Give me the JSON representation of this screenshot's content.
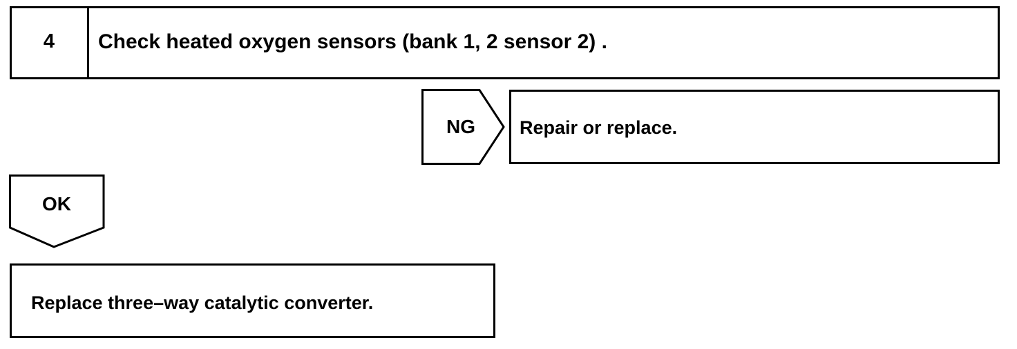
{
  "step": {
    "number": "4",
    "title": "Check heated oxygen sensors (bank 1, 2 sensor 2) ."
  },
  "ng_branch": {
    "label": "NG",
    "result": "Repair or replace."
  },
  "ok_branch": {
    "label": "OK",
    "action": "Replace three–way catalytic converter."
  },
  "colors": {
    "line": "#000000",
    "background": "#ffffff"
  }
}
